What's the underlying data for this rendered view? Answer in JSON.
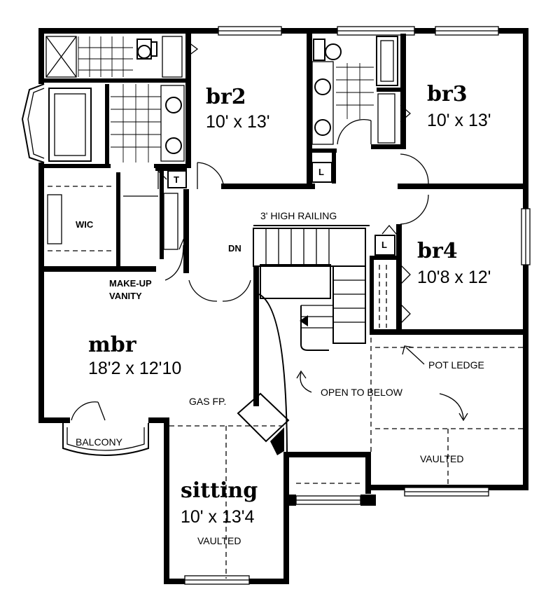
{
  "rooms": {
    "br2": {
      "name": "br2",
      "size": "10' x 13'"
    },
    "br3": {
      "name": "br3",
      "size": "10' x 13'"
    },
    "br4": {
      "name": "br4",
      "size": "10'8 x 12'"
    },
    "mbr": {
      "name": "mbr",
      "size": "18'2 x 12'10"
    },
    "sitting": {
      "name": "sitting",
      "size": "10' x 13'4",
      "note": "VAULTED"
    }
  },
  "labels": {
    "wic": "WIC",
    "railing": "3' HIGH RAILING",
    "dn": "DN",
    "makeup_line1": "MAKE-UP",
    "makeup_line2": "VANITY",
    "pot_ledge": "POT LEDGE",
    "open_to_below": "OPEN TO BELOW",
    "gas_fp": "GAS FP.",
    "balcony": "BALCONY",
    "vaulted": "VAULTED",
    "linen_l1": "L",
    "linen_l2": "L",
    "linen_t": "T"
  }
}
